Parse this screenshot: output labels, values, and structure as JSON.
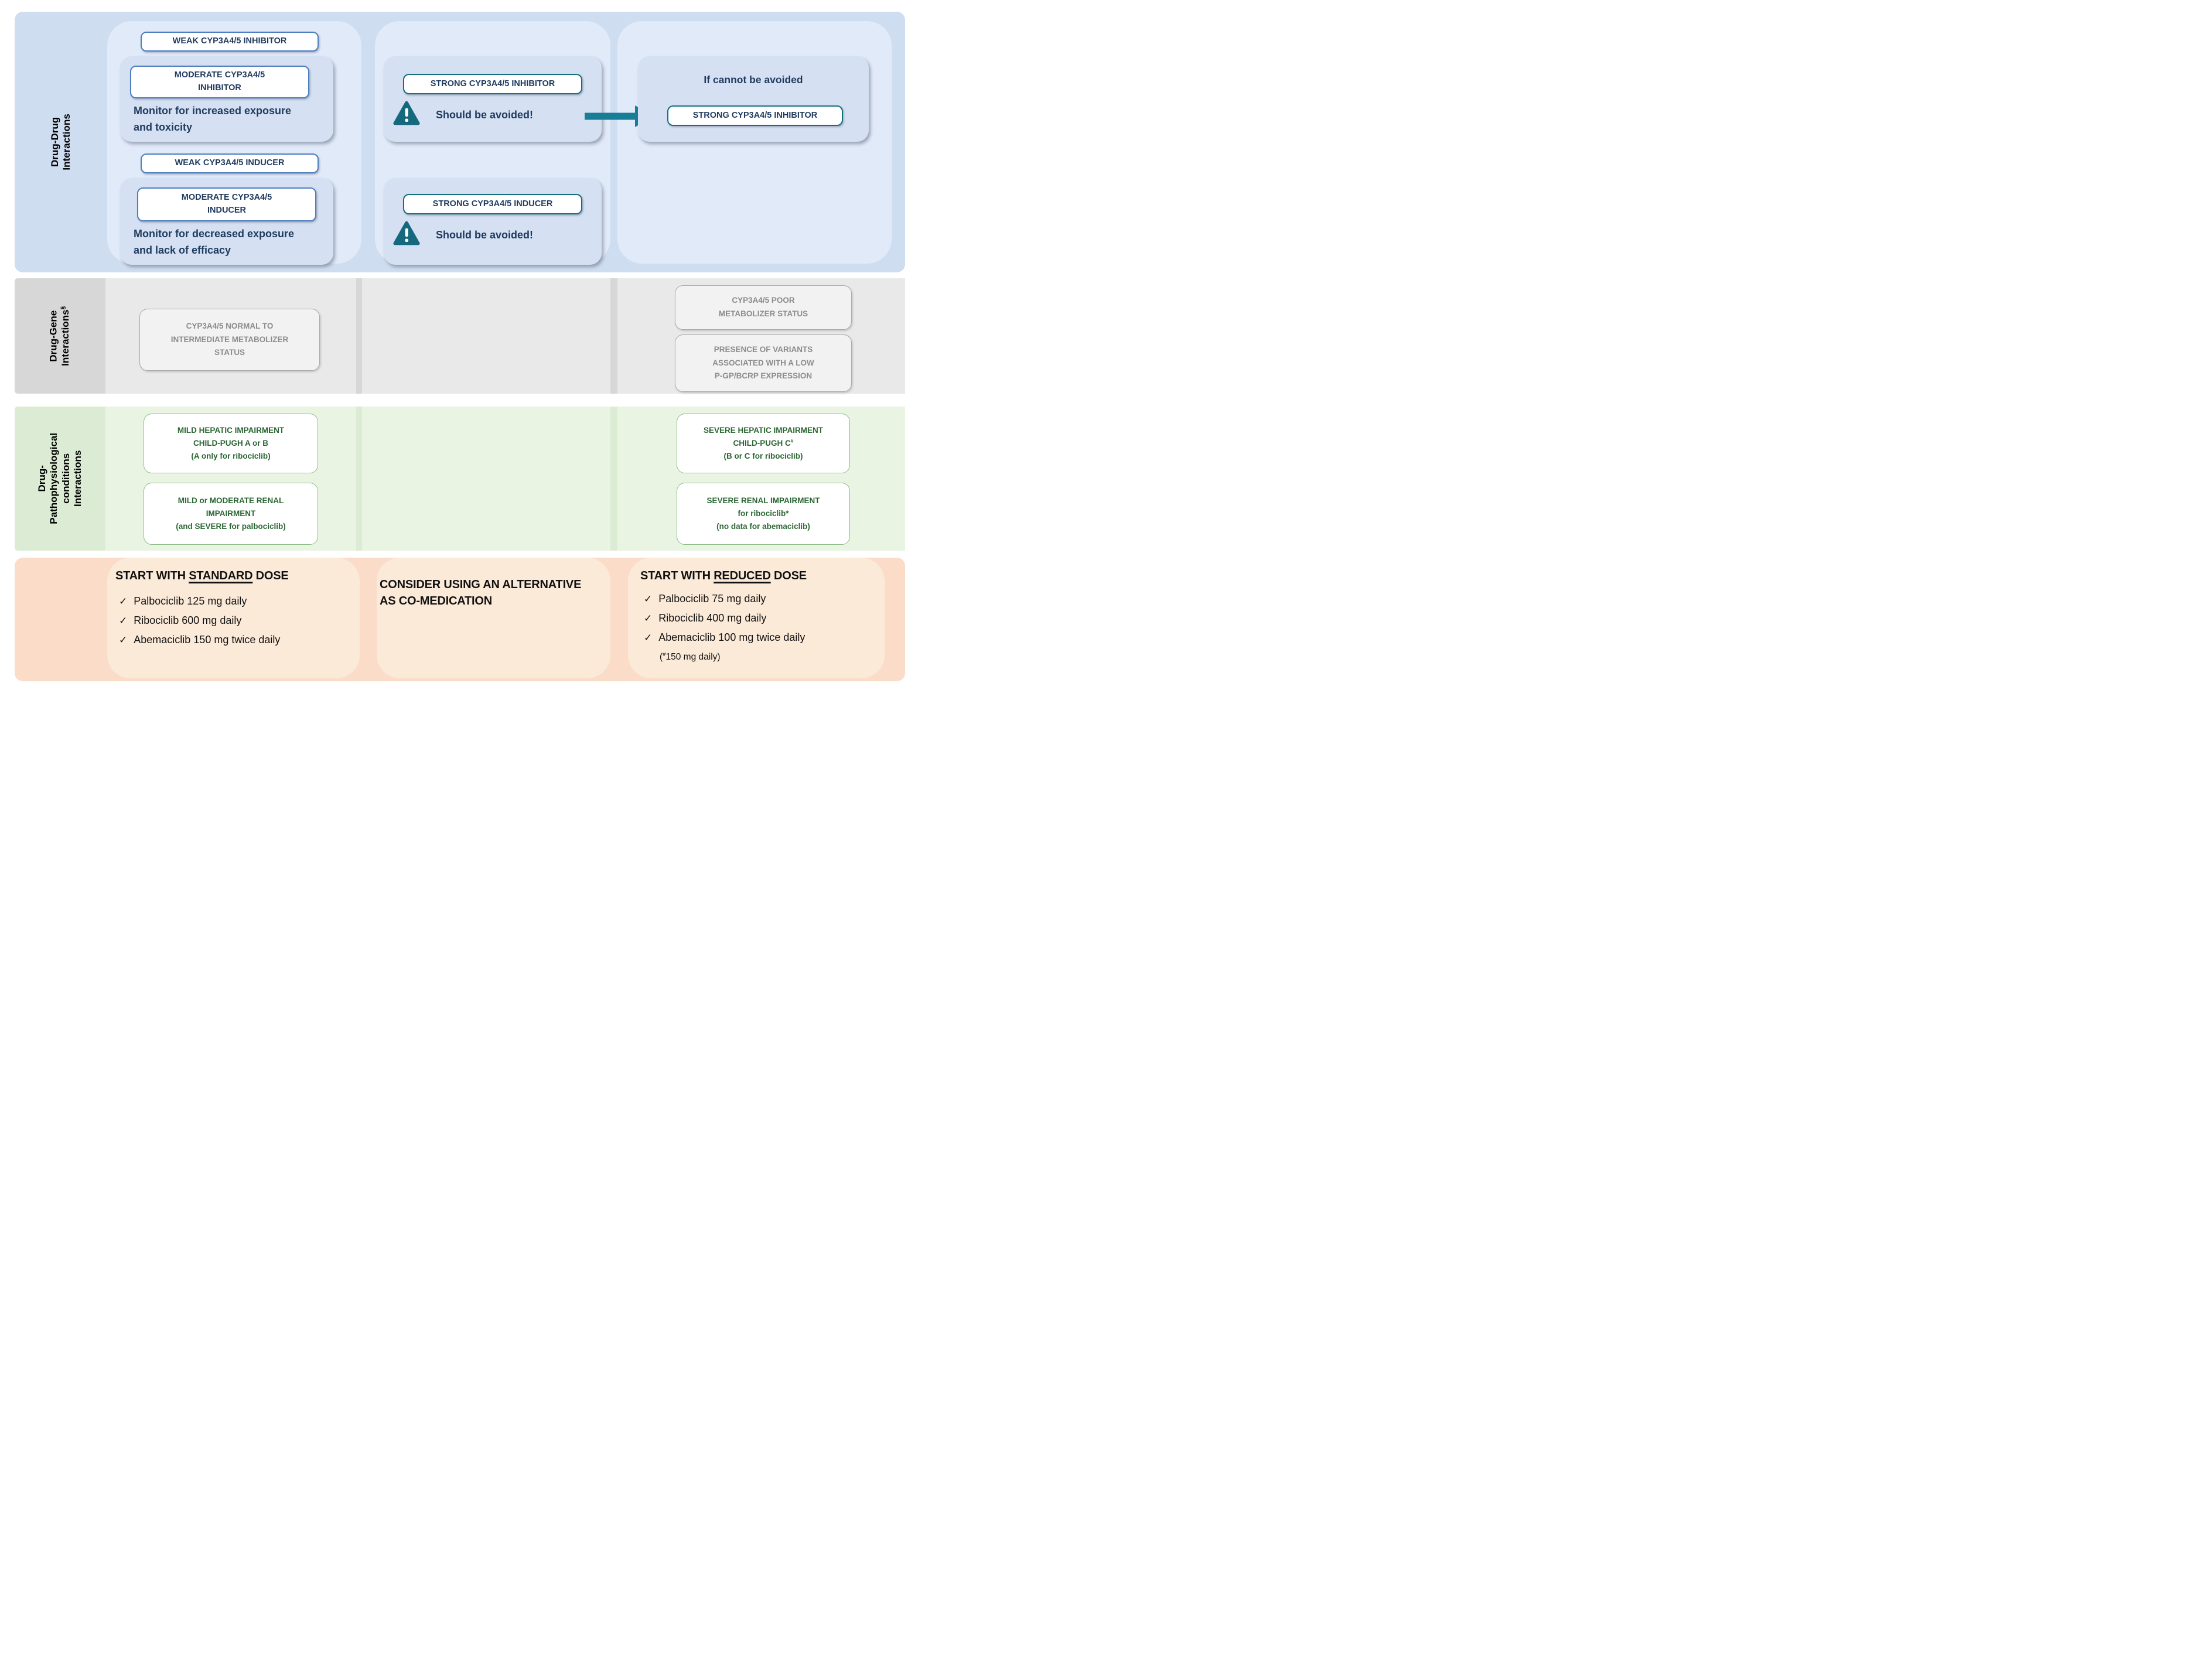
{
  "figure_title": "CDK4/6 inhibitor interaction and dosing flowchart",
  "colors": {
    "blue_band": "#cfddf1",
    "blue_card": "#e1eaf8",
    "blue_subcard": "#d5e1f3",
    "blue_box_border": "#4d7ec0",
    "navy_text": "#1f3a5e",
    "teal_border": "#14707f",
    "teal_arrow": "#187e98",
    "teal_triangle": "#15697e",
    "gray_band": "#d7d7d7",
    "gray_segment": "#e9e9e9",
    "gray_box": "#f2f2f2",
    "gray_box_border": "#ababab",
    "gray_text": "#8c8c8c",
    "green_band": "#dcecd4",
    "green_segment": "#e9f4e2",
    "green_box_border": "#8fbe8a",
    "green_text": "#2a6632",
    "peach_band": "#fadcc9",
    "peach_card": "#fcead9",
    "label_text": "#000000"
  },
  "rows": {
    "drug_drug": {
      "label_lines": [
        "Drug-Drug",
        "Interactions"
      ],
      "col1": {
        "weak_inhibitor": "WEAK CYP3A4/5 INHIBITOR",
        "moderate_inhibitor_line1": "MODERATE CYP3A4/5",
        "moderate_inhibitor_line2": "INHIBITOR",
        "monitor_increased_line1": "Monitor for increased exposure",
        "monitor_increased_line2": "and toxicity",
        "weak_inducer": "WEAK CYP3A4/5 INDUCER",
        "moderate_inducer_line1": "MODERATE CYP3A4/5",
        "moderate_inducer_line2": "INDUCER",
        "monitor_decreased_line1": "Monitor for decreased exposure",
        "monitor_decreased_line2": "and lack of efficacy"
      },
      "col2": {
        "strong_inhibitor": "STRONG CYP3A4/5 INHIBITOR",
        "strong_inhibitor_note": "Should be avoided!",
        "strong_inducer": "STRONG CYP3A4/5 INDUCER",
        "strong_inducer_note": "Should be avoided!"
      },
      "col3": {
        "heading": "If cannot be avoided",
        "strong_inhibitor": "STRONG CYP3A4/5 INHIBITOR"
      }
    },
    "drug_gene": {
      "label_line1": "Drug-Gene",
      "label_line2": "Interactions",
      "label_sup": "§",
      "col1_box": [
        "CYP3A4/5 NORMAL TO",
        "INTERMEDIATE METABOLIZER",
        "STATUS"
      ],
      "col3_box1": [
        "CYP3A4/5 POOR",
        "METABOLIZER STATUS"
      ],
      "col3_box2": [
        "PRESENCE OF VARIANTS",
        "ASSOCIATED WITH A LOW",
        "P-GP/BCRP EXPRESSION"
      ]
    },
    "drug_patho": {
      "label_lines": [
        "Drug-",
        "Pathophysiological",
        "conditions",
        "Interactions"
      ],
      "col1_box1": [
        "MILD HEPATIC IMPAIRMENT",
        "CHILD-PUGH A or B",
        "(A only for ribociclib)"
      ],
      "col1_box2": [
        "MILD or MODERATE RENAL",
        "IMPAIRMENT",
        "(and SEVERE for palbociclib)"
      ],
      "col3_box1_line1": "SEVERE HEPATIC IMPAIRMENT",
      "col3_box1_line2": "CHILD-PUGH C",
      "col3_box1_line2_sup": "#",
      "col3_box1_line3": "(B or C for ribociclib)",
      "col3_box2": [
        "SEVERE RENAL IMPAIRMENT",
        "for ribociclib*",
        "(no data for abemaciclib)"
      ]
    },
    "dosing": {
      "checkmark": "✓",
      "standard": {
        "title_prefix": "START WITH ",
        "title_underlined": "STANDARD",
        "title_suffix": " DOSE",
        "items": [
          "Palbociclib 125 mg daily",
          "Ribociclib 600 mg daily",
          "Abemaciclib 150 mg twice daily"
        ]
      },
      "alternative": {
        "line1": "CONSIDER USING AN ALTERNATIVE",
        "line2": "AS CO-MEDICATION"
      },
      "reduced": {
        "title_prefix": "START WITH ",
        "title_underlined": "REDUCED",
        "title_suffix": " DOSE",
        "items": [
          "Palbociclib 75 mg daily",
          "Ribociclib 400 mg daily",
          "Abemaciclib 100 mg twice daily"
        ],
        "note_prefix": "(",
        "note_sup": "#",
        "note_text": "150 mg daily)"
      }
    }
  }
}
